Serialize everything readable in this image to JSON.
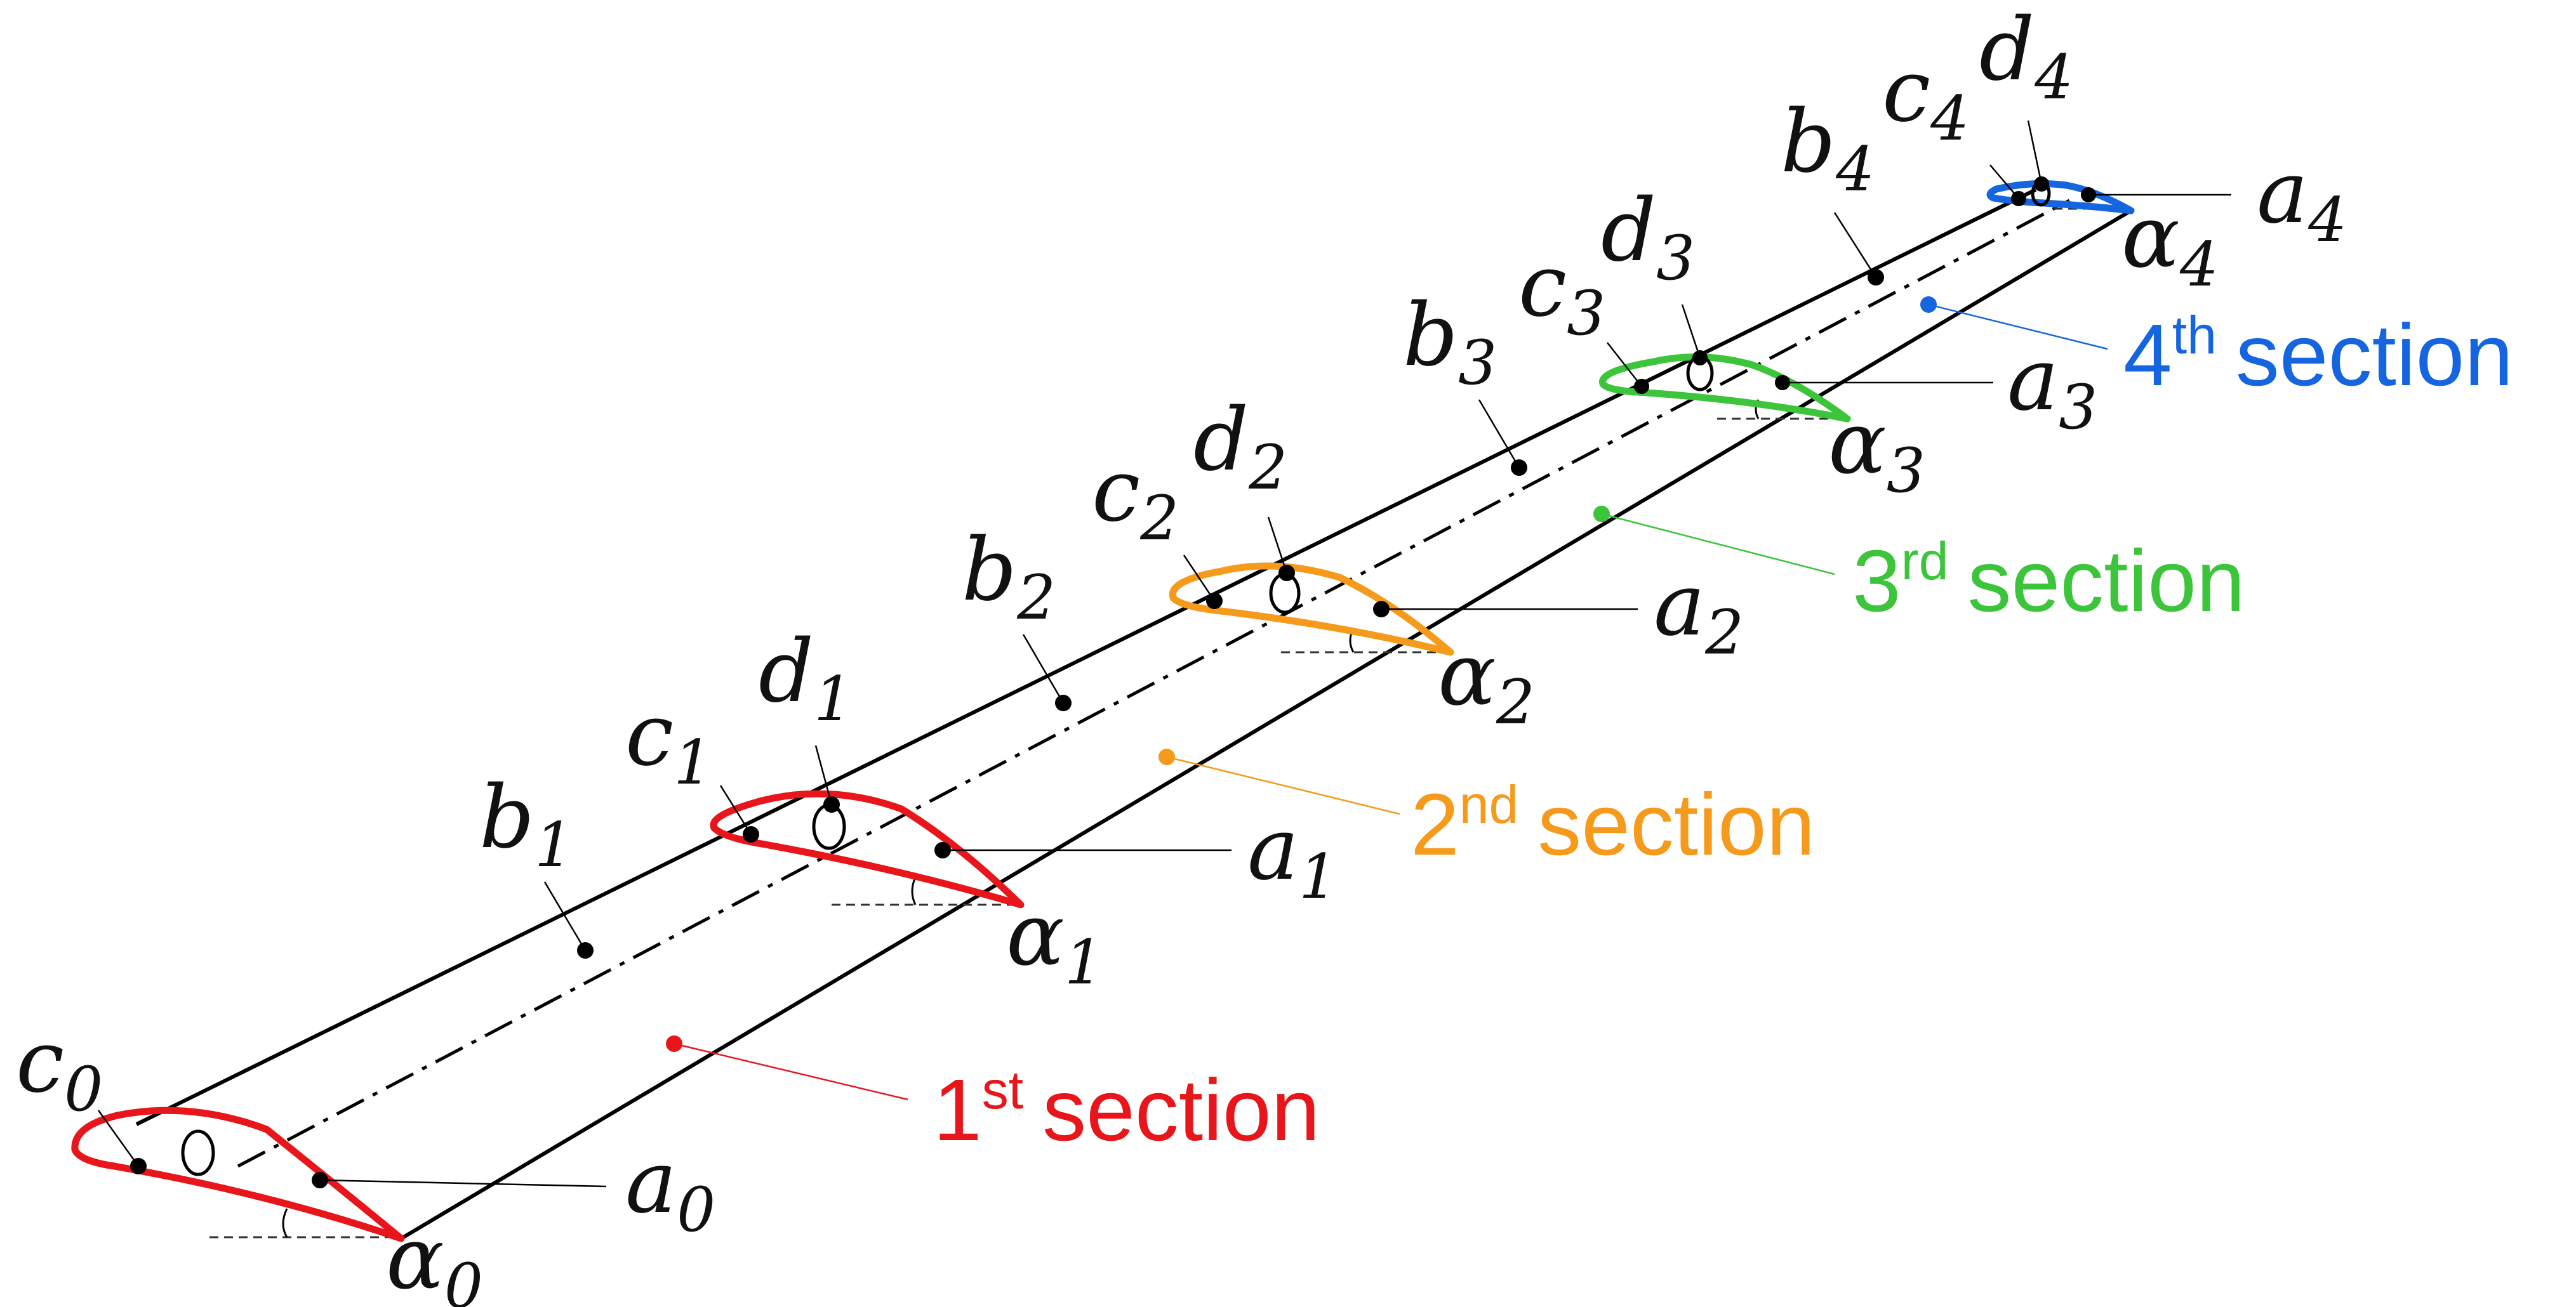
{
  "colors": {
    "section1": "#e8151b",
    "section2": "#f59a1b",
    "section3": "#3cc43a",
    "section4": "#1565e0",
    "lines": "#000000"
  },
  "labels": {
    "a": [
      "a",
      "a",
      "a",
      "a",
      "a"
    ],
    "a_sub": [
      "0",
      "1",
      "2",
      "3",
      "4"
    ],
    "b": [
      "b",
      "b",
      "b",
      "b"
    ],
    "b_sub": [
      "1",
      "2",
      "3",
      "4"
    ],
    "c": [
      "c",
      "c",
      "c",
      "c",
      "c"
    ],
    "c_sub": [
      "0",
      "1",
      "2",
      "3",
      "4"
    ],
    "d": [
      "d",
      "d",
      "d",
      "d"
    ],
    "d_sub": [
      "1",
      "2",
      "3",
      "4"
    ],
    "alpha": [
      "α",
      "α",
      "α",
      "α",
      "α"
    ],
    "alpha_sub": [
      "0",
      "1",
      "2",
      "3",
      "4"
    ]
  },
  "sections": [
    {
      "num": "1",
      "sup": "st",
      "word": "section"
    },
    {
      "num": "2",
      "sup": "nd",
      "word": "section"
    },
    {
      "num": "3",
      "sup": "rd",
      "word": "section"
    },
    {
      "num": "4",
      "sup": "th",
      "word": "section"
    }
  ]
}
